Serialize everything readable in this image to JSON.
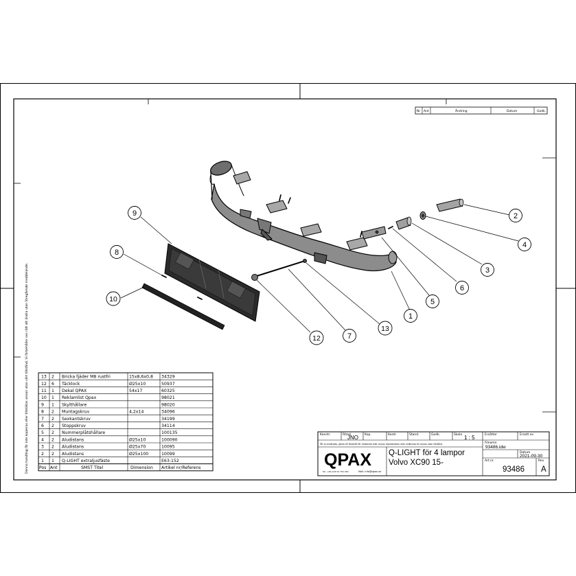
{
  "revision_table": {
    "headers": [
      "Nr",
      "Ant",
      "Ändring",
      "Datum",
      "Godk."
    ]
  },
  "callouts": [
    "1",
    "2",
    "3",
    "4",
    "5",
    "6",
    "7",
    "8",
    "9",
    "10",
    "12",
    "13"
  ],
  "bom": {
    "headers": [
      "Pos",
      "Ant",
      "SMST Titel",
      "Dimension",
      "Artikel nr/Referens"
    ],
    "rows": [
      [
        "13",
        "2",
        "Bricka fjäder M8 rustfri",
        "15x8,6x0,8",
        "34329"
      ],
      [
        "12",
        "6",
        "Täcklock",
        "Ø25x10",
        "50937"
      ],
      [
        "11",
        "1",
        "Dekal QPAX",
        "54x17",
        "60325"
      ],
      [
        "10",
        "1",
        "Reklamlist Qpax",
        "",
        "98021"
      ],
      [
        "9",
        "1",
        "Skylthållare",
        "",
        "98020"
      ],
      [
        "8",
        "2",
        "Muntagskruv",
        "4,2x14",
        "34096"
      ],
      [
        "7",
        "2",
        "Sexkantskruv",
        "",
        "34199"
      ],
      [
        "6",
        "2",
        "Stoppskruv",
        "",
        "34114"
      ],
      [
        "5",
        "2",
        "Nummerplåtshållare",
        "",
        "100135"
      ],
      [
        "4",
        "2",
        "Aludistans",
        "Ø25x10",
        "100090"
      ],
      [
        "3",
        "2",
        "Aludistans",
        "Ø25x70",
        "10095"
      ],
      [
        "2",
        "2",
        "Aludistans",
        "Ø25x100",
        "10099"
      ],
      [
        "1",
        "1",
        "Q-LIGHT extraljusfäste",
        "",
        "E63-152"
      ]
    ]
  },
  "title_block": {
    "konstr_label": "Konstr.",
    "ritad_label": "Ritad",
    "ritad_value": "JNO",
    "kop_label": "Kop.",
    "kontr_label": "Kontr.",
    "stand_label": "Stand.",
    "godk_label": "Godk.",
    "skala_label": "Skala",
    "skala_value": "1 : 5",
    "ersatter_label": "Ersätter",
    "ersatt_av_label": "Ersatt av",
    "legal_note": "Får ej användas, göras till föremål för mekanisk eller annan reproduktion eller utlämnas till annan utan tillstånd.",
    "logo": "QPAX",
    "contact_tel": "Tel: +46 (0)8 54 750 000",
    "contact_mail": "Mail: info@qpax.se",
    "title_line1": "Q-LIGHT för 4 lampor",
    "title_line2": "Volvo XC90 15-",
    "filnamn_label": "Filnamn",
    "filnamn_value": "93486.idw",
    "datum_label": "Datum",
    "datum_value": "2021-09-30",
    "artnr_label": "Art.nr.",
    "artnr_value": "93486",
    "rev_label": "Rev",
    "rev_value": "A"
  },
  "side_note": "Denna handling får inte kopieras eller tillställas annan utan vårt tillstånd. Vi förbehåller oss rätt att ändra utan föregående meddelande."
}
